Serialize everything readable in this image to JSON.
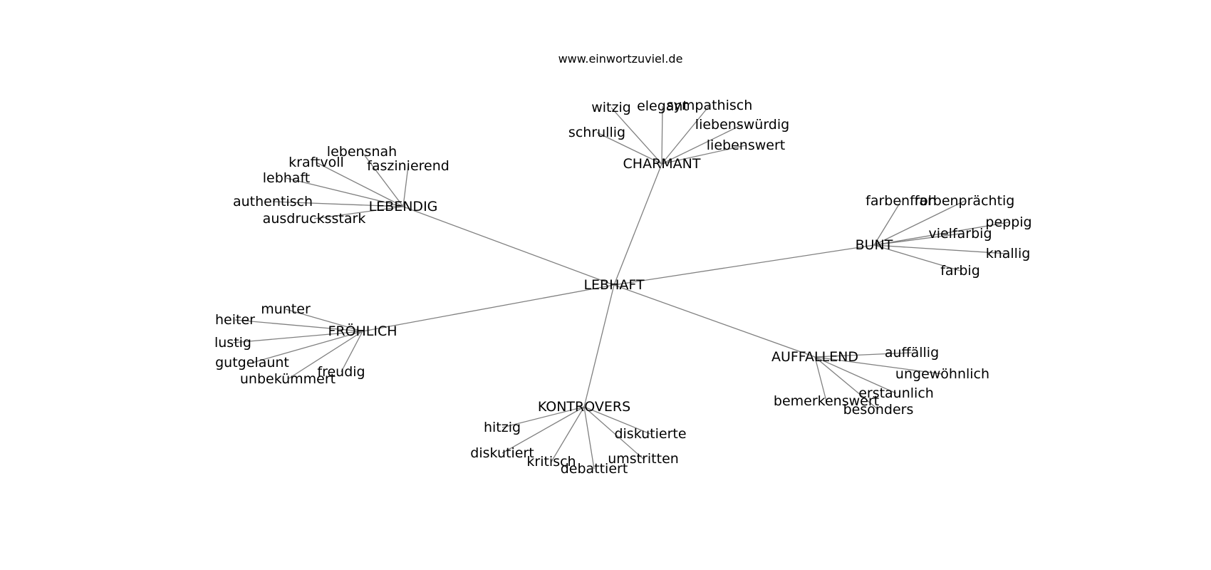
{
  "header": {
    "site": "www.einwortzuviel.de"
  },
  "graph": {
    "root": "LEBHAFT",
    "groups": [
      {
        "label": "CHARMANT",
        "leaves": [
          "schrullig",
          "witzig",
          "elegant",
          "sympathisch",
          "liebenswürdig",
          "liebenswert"
        ]
      },
      {
        "label": "LEBENDIG",
        "leaves": [
          "lebensnah",
          "faszinierend",
          "kraftvoll",
          "lebhaft",
          "authentisch",
          "ausdrucksstark"
        ]
      },
      {
        "label": "BUNT",
        "leaves": [
          "farbenfroh",
          "farbenprächtig",
          "peppig",
          "vielfarbig",
          "knallig",
          "farbig"
        ]
      },
      {
        "label": "FRÖHLICH",
        "leaves": [
          "munter",
          "heiter",
          "lustig",
          "gutgelaunt",
          "unbekümmert",
          "freudig"
        ]
      },
      {
        "label": "AUFFALLEND",
        "leaves": [
          "auffällig",
          "ungewöhnlich",
          "erstaunlich",
          "besonders",
          "bemerkenswert"
        ]
      },
      {
        "label": "KONTROVERS",
        "leaves": [
          "hitzig",
          "diskutiert",
          "kritisch",
          "debattiert",
          "umstritten",
          "diskutierte"
        ]
      }
    ]
  }
}
